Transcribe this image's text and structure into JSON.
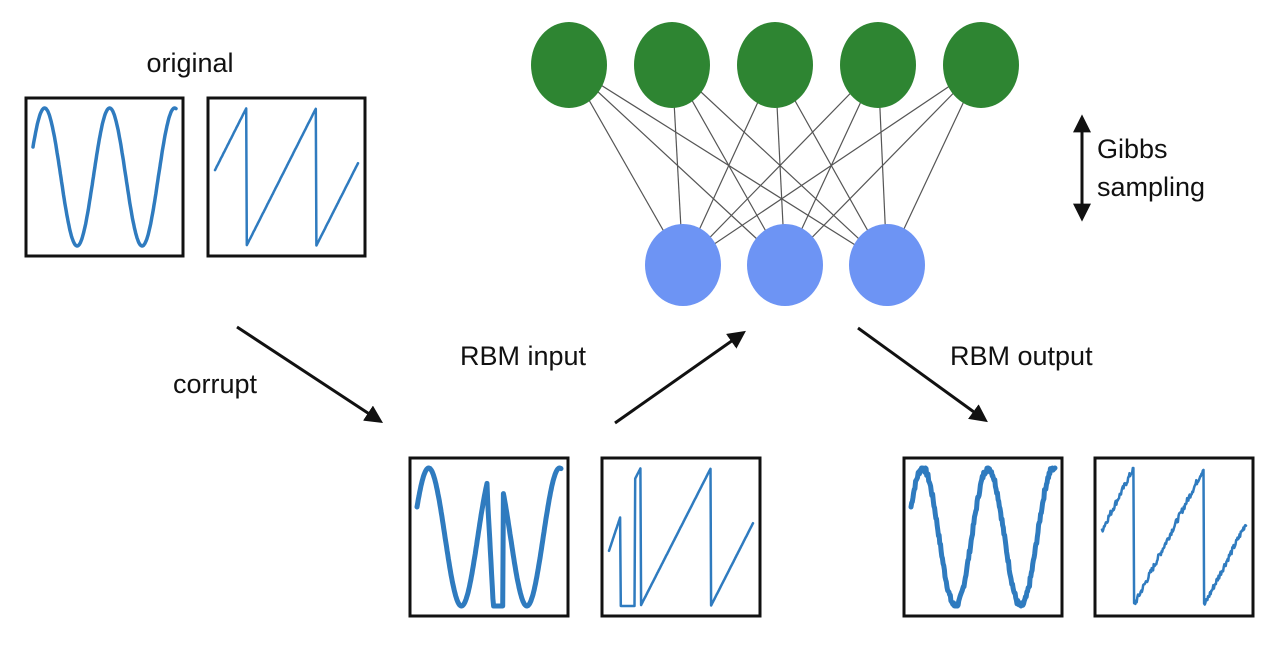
{
  "title": "RBM denoising of corrupted signals",
  "labels": {
    "original": "original",
    "corrupt": "corrupt",
    "rbm_input": "RBM input",
    "rbm_output": "RBM output",
    "gibbs_line1": "Gibbs",
    "gibbs_line2": "sampling"
  },
  "network": {
    "hidden_units": 5,
    "visible_units": 3,
    "connectivity": "fully-connected bipartite",
    "hidden_color": "#2e8532",
    "visible_color": "#6d94f4",
    "edge_color": "#555555"
  },
  "signal_color": "#2f7bbf",
  "panels": [
    {
      "id": "original-sine",
      "group": "original",
      "waveform": "sine",
      "noise": "none"
    },
    {
      "id": "original-sawtooth",
      "group": "original",
      "waveform": "sawtooth",
      "noise": "none"
    },
    {
      "id": "input-sine",
      "group": "RBM input",
      "waveform": "sine",
      "noise": "corrupted segment"
    },
    {
      "id": "input-sawtooth",
      "group": "RBM input",
      "waveform": "sawtooth",
      "noise": "corrupted segment"
    },
    {
      "id": "output-sine",
      "group": "RBM output",
      "waveform": "sine",
      "noise": "small jitter"
    },
    {
      "id": "output-sawtooth",
      "group": "RBM output",
      "waveform": "sawtooth",
      "noise": "small jitter"
    }
  ],
  "arrows": [
    {
      "id": "corrupt-arrow",
      "meaning": "original to corrupted"
    },
    {
      "id": "rbm-input-arrow",
      "meaning": "corrupted into RBM"
    },
    {
      "id": "rbm-output-arrow",
      "meaning": "RBM to reconstruction"
    },
    {
      "id": "gibbs-arrow",
      "meaning": "bidirectional Gibbs sampling"
    }
  ]
}
